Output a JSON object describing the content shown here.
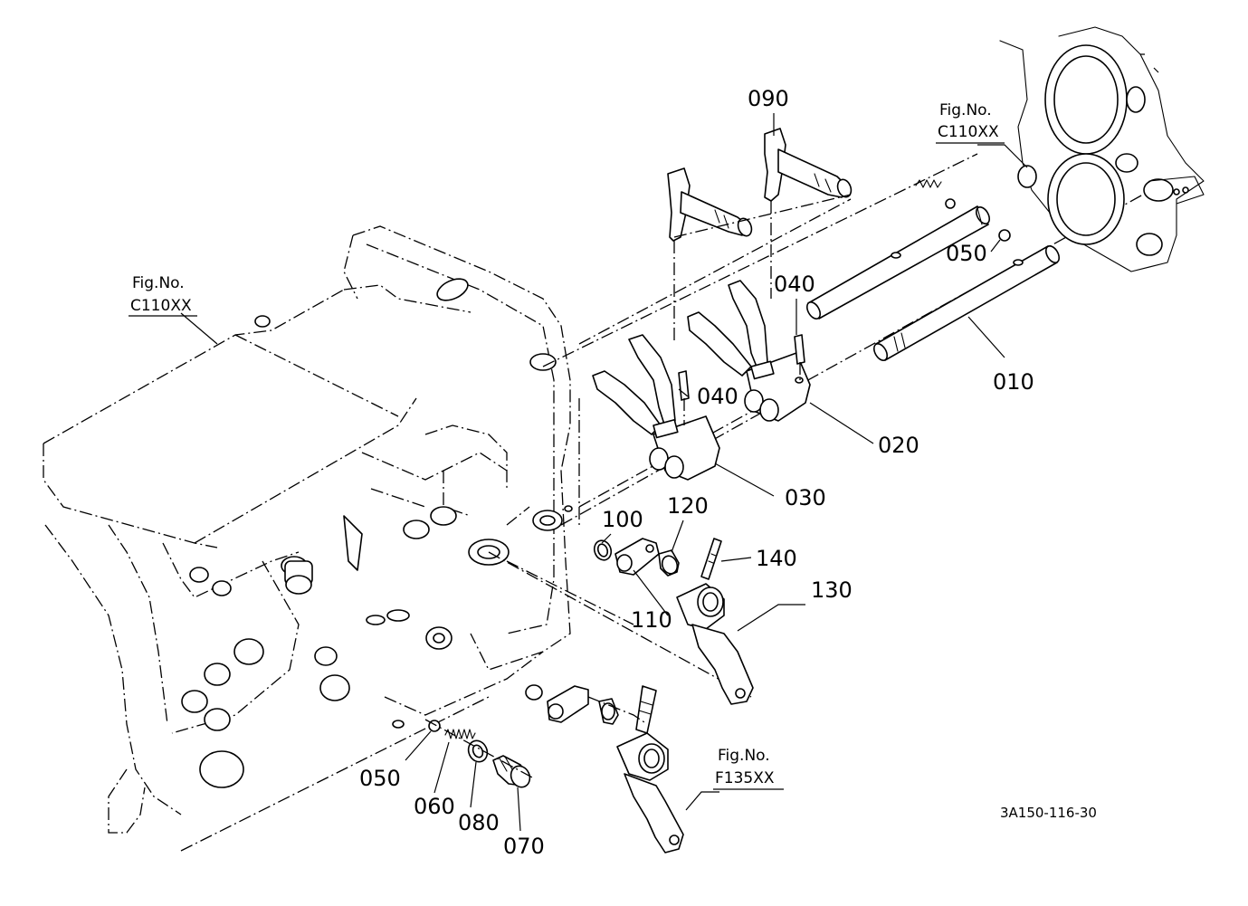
{
  "figure_code": "3A150-116-30",
  "references": {
    "top_right": {
      "line1": "Fig.No.",
      "line2": "C110XX"
    },
    "left": {
      "line1": "Fig.No.",
      "line2": "C110XX"
    },
    "bottom": {
      "line1": "Fig.No.",
      "line2": "F135XX"
    }
  },
  "parts": {
    "p010": "010",
    "p020": "020",
    "p030": "030",
    "p040a": "040",
    "p040b": "040",
    "p050a": "050",
    "p050b": "050",
    "p060": "060",
    "p070": "070",
    "p080": "080",
    "p090": "090",
    "p100": "100",
    "p110": "110",
    "p120": "120",
    "p130": "130",
    "p140": "140"
  }
}
